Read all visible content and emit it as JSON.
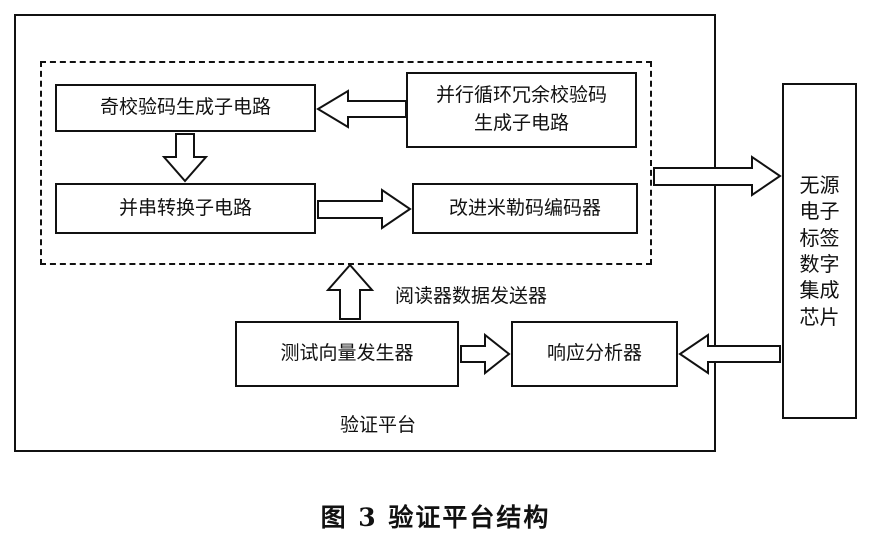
{
  "boxes": {
    "parity_gen": "奇校验码生成子电路",
    "crc_gen_line1": "并行循环冗余校验码",
    "crc_gen_line2": "生成子电路",
    "par_ser": "并串转换子电路",
    "miller": "改进米勒码编码器",
    "test_vec": "测试向量发生器",
    "resp": "响应分析器",
    "chip_lines": [
      "无源",
      "电子",
      "标签",
      "数字",
      "集成",
      "芯片"
    ]
  },
  "labels": {
    "reader_sender": "阅读器数据发送器",
    "platform": "验证平台"
  },
  "caption": "图 3   验证平台结构"
}
